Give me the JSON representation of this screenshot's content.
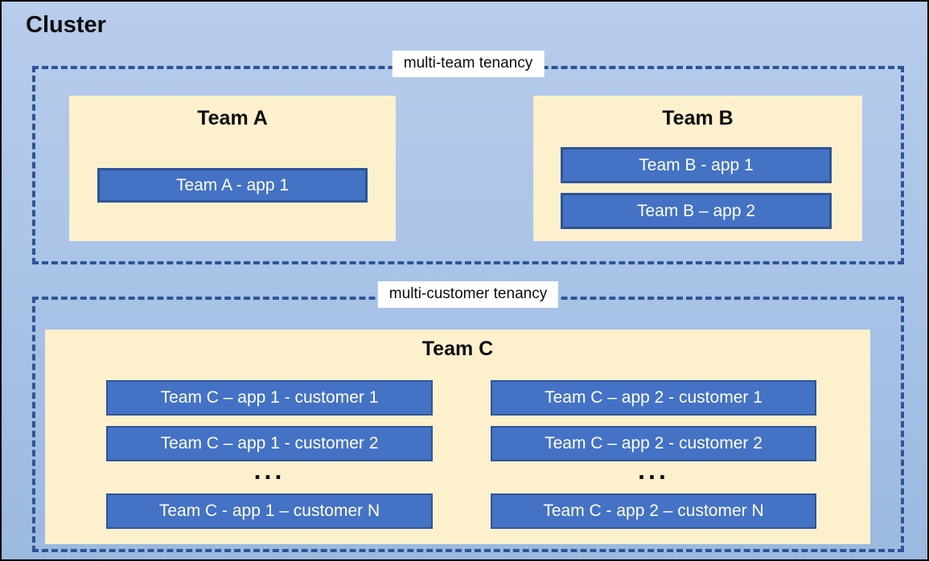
{
  "diagram": {
    "title": "Cluster"
  },
  "colors": {
    "background_top": "#B8CCEB",
    "background_bottom": "#9CB9E0",
    "dashed_border": "#2F5496",
    "team_fill": "#FDF0CD",
    "app_fill": "#4472C4",
    "app_border": "#2F5496",
    "app_text": "#FFFFFF",
    "title_text": "#0D0D0D",
    "label_bg": "#FFFFFF"
  },
  "sections": [
    {
      "label": "multi-team tenancy",
      "teams": [
        {
          "name": "Team A",
          "apps": [
            "Team A - app 1"
          ]
        },
        {
          "name": "Team B",
          "apps": [
            "Team B - app 1",
            "Team B – app 2"
          ]
        }
      ]
    },
    {
      "label": "multi-customer tenancy",
      "team": {
        "name": "Team C",
        "columns": [
          {
            "apps": [
              "Team C – app 1 - customer 1",
              "Team C – app 1 - customer 2"
            ],
            "ellipsis": "...",
            "last_app": "Team C - app 1 – customer N"
          },
          {
            "apps": [
              "Team C – app 2 - customer 1",
              "Team C – app 2 - customer 2"
            ],
            "ellipsis": "...",
            "last_app": "Team C - app 2 – customer N"
          }
        ]
      }
    }
  ]
}
